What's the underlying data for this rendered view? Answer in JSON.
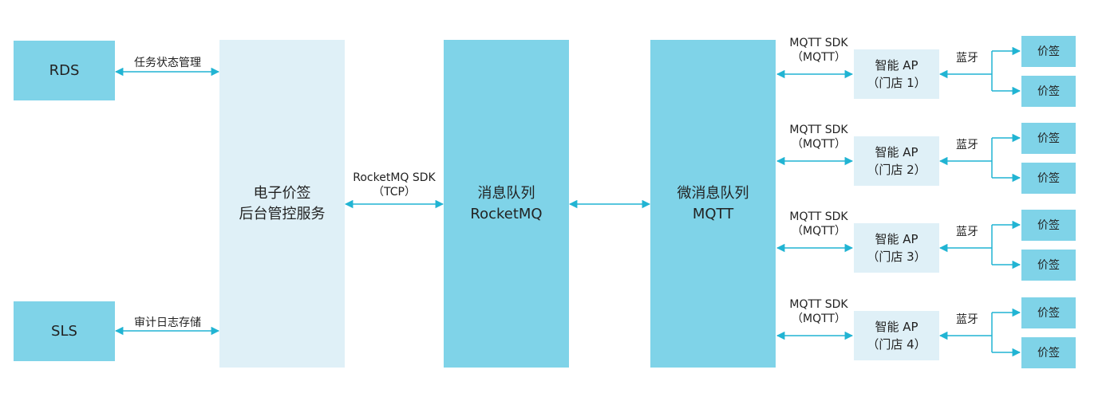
{
  "rds": "RDS",
  "sls": "SLS",
  "rds_link": "任务状态管理",
  "sls_link": "审计日志存储",
  "backend": {
    "line1": "电子价签",
    "line2": "后台管控服务"
  },
  "rocketmq_link": {
    "line1": "RocketMQ SDK",
    "line2": "（TCP）"
  },
  "rocketmq": {
    "line1": "消息队列",
    "line2": "RocketMQ"
  },
  "mqtt": {
    "line1": "微消息队列",
    "line2": "MQTT"
  },
  "stores": [
    {
      "sdk1": "MQTT SDK",
      "sdk2": "（MQTT）",
      "ap1": "智能 AP",
      "ap2": "（门店 1）",
      "bt": "蓝牙",
      "tag_a": "价签",
      "tag_b": "价签"
    },
    {
      "sdk1": "MQTT SDK",
      "sdk2": "（MQTT）",
      "ap1": "智能 AP",
      "ap2": "（门店 2）",
      "bt": "蓝牙",
      "tag_a": "价签",
      "tag_b": "价签"
    },
    {
      "sdk1": "MQTT SDK",
      "sdk2": "（MQTT）",
      "ap1": "智能 AP",
      "ap2": "（门店 3）",
      "bt": "蓝牙",
      "tag_a": "价签",
      "tag_b": "价签"
    },
    {
      "sdk1": "MQTT SDK",
      "sdk2": "（MQTT）",
      "ap1": "智能 AP",
      "ap2": "（门店 4）",
      "bt": "蓝牙",
      "tag_a": "价签",
      "tag_b": "价签"
    }
  ],
  "colors": {
    "arrow": "#21b4d3",
    "dark_box": "#7fd3e8",
    "light_box": "#dff0f7"
  }
}
